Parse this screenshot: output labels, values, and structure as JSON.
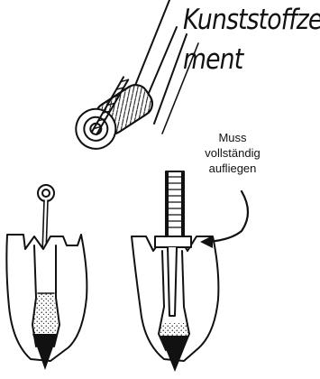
{
  "label": {
    "line1": "Kunststoffze",
    "line2": "ment"
  },
  "callout": {
    "line1": "Muss",
    "line2": "vollständig",
    "line3": "aufliegen"
  },
  "colors": {
    "ink": "#111111",
    "paper": "#ffffff"
  },
  "icons": [
    "syringe-icon",
    "tooth-root-icon",
    "root-post-icon",
    "arrow-icon"
  ]
}
